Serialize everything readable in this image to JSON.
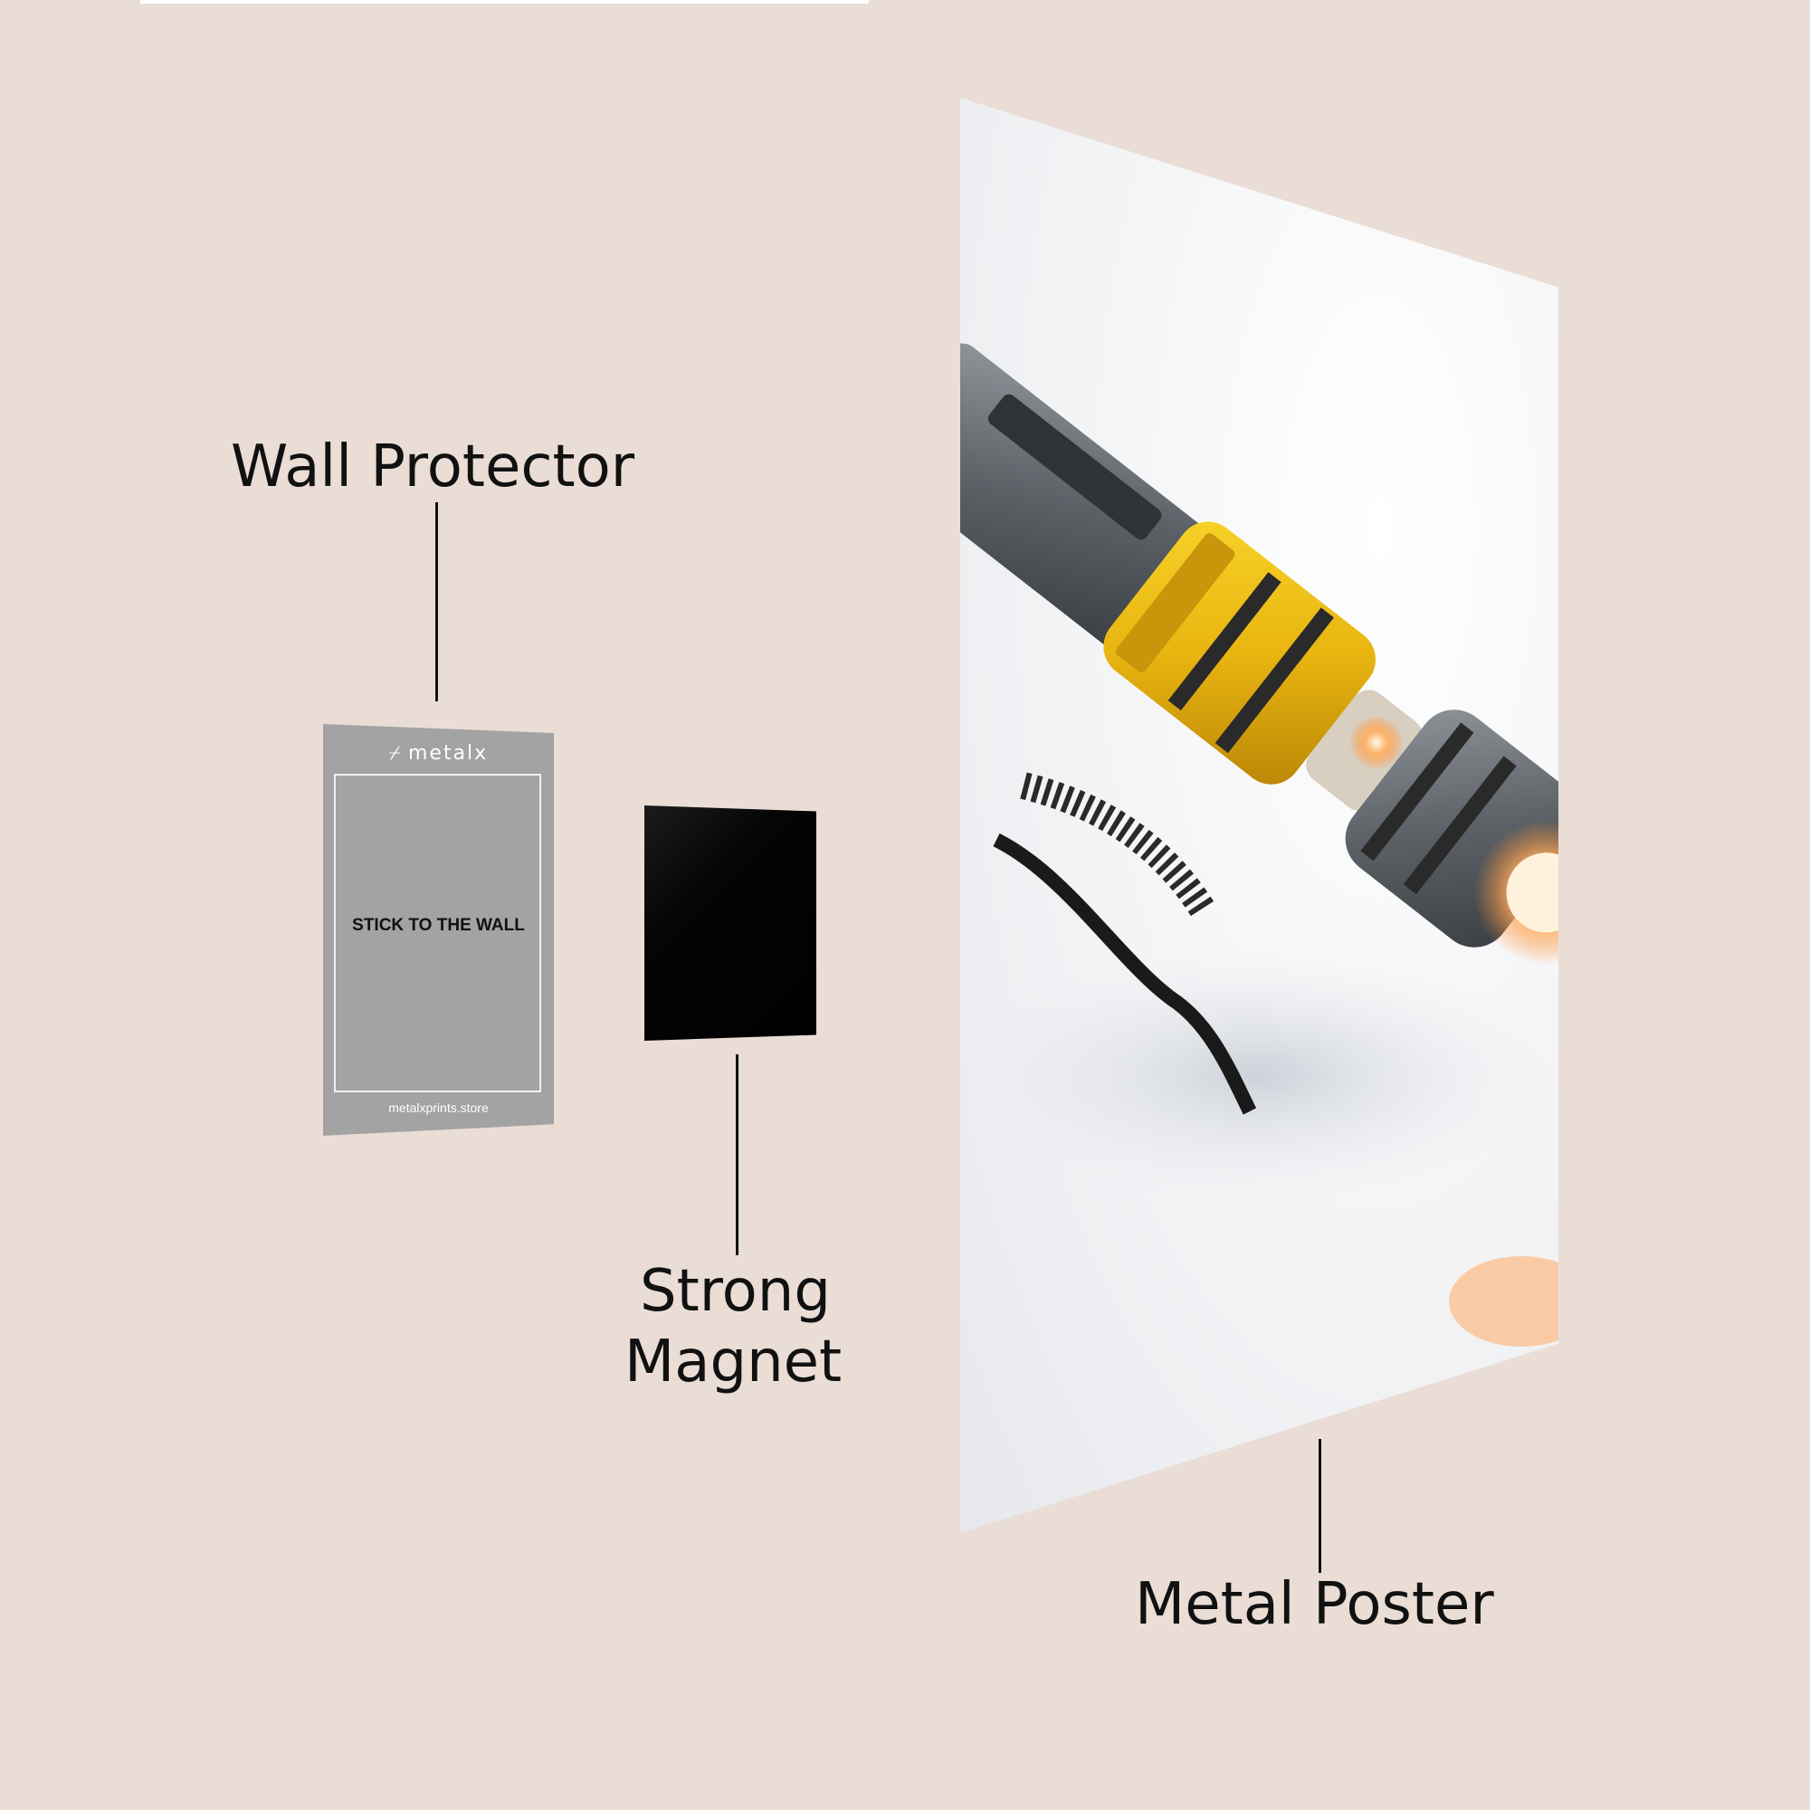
{
  "labels": {
    "wall_protector": "Wall Protector",
    "strong_magnet_line1": "Strong",
    "strong_magnet_line2": "Magnet",
    "metal_poster": "Metal Poster"
  },
  "protector": {
    "brand": "metalx",
    "brand_icon": "metalx-logo-icon",
    "instruction": "STICK TO THE WALL",
    "website": "metalxprints.store"
  },
  "colors": {
    "background": "#eaddd5",
    "protector": "#a3a3a3",
    "magnet": "#000000",
    "poster": "#f4f5f7",
    "accent_yellow": "#f2c21b"
  }
}
